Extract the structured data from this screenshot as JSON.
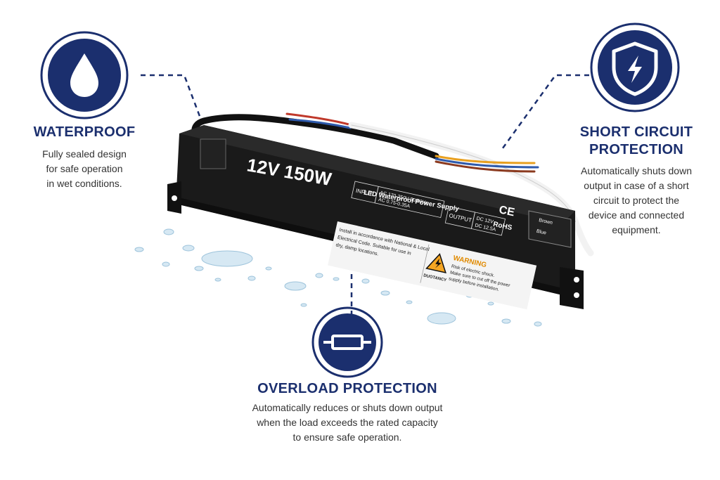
{
  "colors": {
    "navy": "#1b2f6e",
    "accent": "#1f3a8a",
    "text": "#333333",
    "device": "#1a1a1a",
    "warning": "#f5a623"
  },
  "features": {
    "waterproof": {
      "icon": "water-drop-icon",
      "title": "WATERPROOF",
      "desc": [
        "Fully sealed design",
        "for safe operation",
        "in wet conditions."
      ]
    },
    "short_circuit": {
      "icon": "shield-bolt-icon",
      "title": [
        "SHORT CIRCUIT",
        "PROTECTION"
      ],
      "desc": [
        "Automatically shuts down",
        "output in case of a short",
        "circuit to protect the",
        "device and connected",
        "equipment."
      ]
    },
    "overload": {
      "icon": "fuse-icon",
      "title": "OVERLOAD PROTECTION",
      "desc": [
        "Automatically reduces or shuts down output",
        "when the load exceeds the rated capacity",
        "to ensure safe operation."
      ]
    }
  },
  "device": {
    "rating": "12V 150W",
    "product_name": "LED Waterproof Power Supply",
    "input_label": "INPUT",
    "input_lines": [
      "AC 170-250V 50/60Hz",
      "AC 0.75-0.35A"
    ],
    "output_label": "OUTPUT",
    "output_lines": [
      "DC 12V",
      "DC 12.5A"
    ],
    "ce_mark": "CE",
    "rohs_mark": "RoHS",
    "wire_labels": [
      "Brown",
      "Blue"
    ],
    "install_note": [
      "Install in accordance with National & Local",
      "Electrical Code. Suitable for use in",
      "dry, damp locations."
    ],
    "warning_title": "WARNING",
    "warning_lines": [
      "Risk of electric shock.",
      "Make sure to cut off the power",
      "supply before installation."
    ],
    "brand": "DUOTANCY"
  }
}
